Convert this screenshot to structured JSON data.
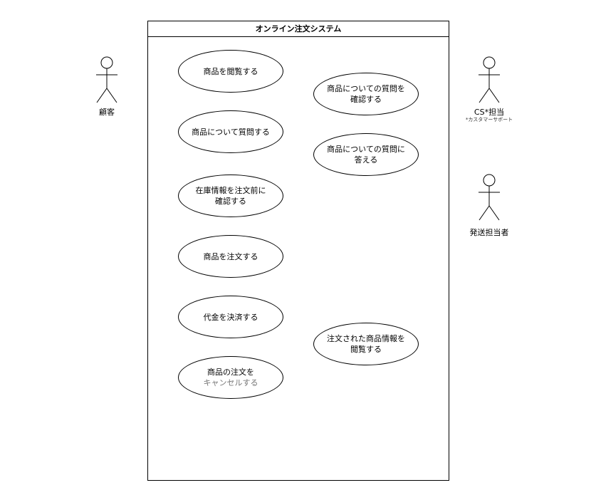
{
  "system": {
    "title": "オンライン注文システム"
  },
  "actors": [
    {
      "id": "customer",
      "label": "顧客",
      "note": ""
    },
    {
      "id": "cs",
      "label": "CS*担当",
      "note": "*カスタマーサポート"
    },
    {
      "id": "shipping",
      "label": "発送担当者",
      "note": ""
    }
  ],
  "use_cases": {
    "left": [
      {
        "line1": "商品を閲覧する",
        "line2": ""
      },
      {
        "line1": "商品について質問する",
        "line2": ""
      },
      {
        "line1": "在庫情報を注文前に",
        "line2": "確認する"
      },
      {
        "line1": "商品を注文する",
        "line2": ""
      },
      {
        "line1": "代金を決済する",
        "line2": ""
      },
      {
        "line1": "商品の注文を",
        "line2": "キャンセルする"
      }
    ],
    "right": [
      {
        "line1": "商品についての質問を",
        "line2": "確認する"
      },
      {
        "line1": "商品についての質問に",
        "line2": "答える"
      },
      {
        "line1": "注文された商品情報を",
        "line2": "閲覧する"
      }
    ]
  }
}
